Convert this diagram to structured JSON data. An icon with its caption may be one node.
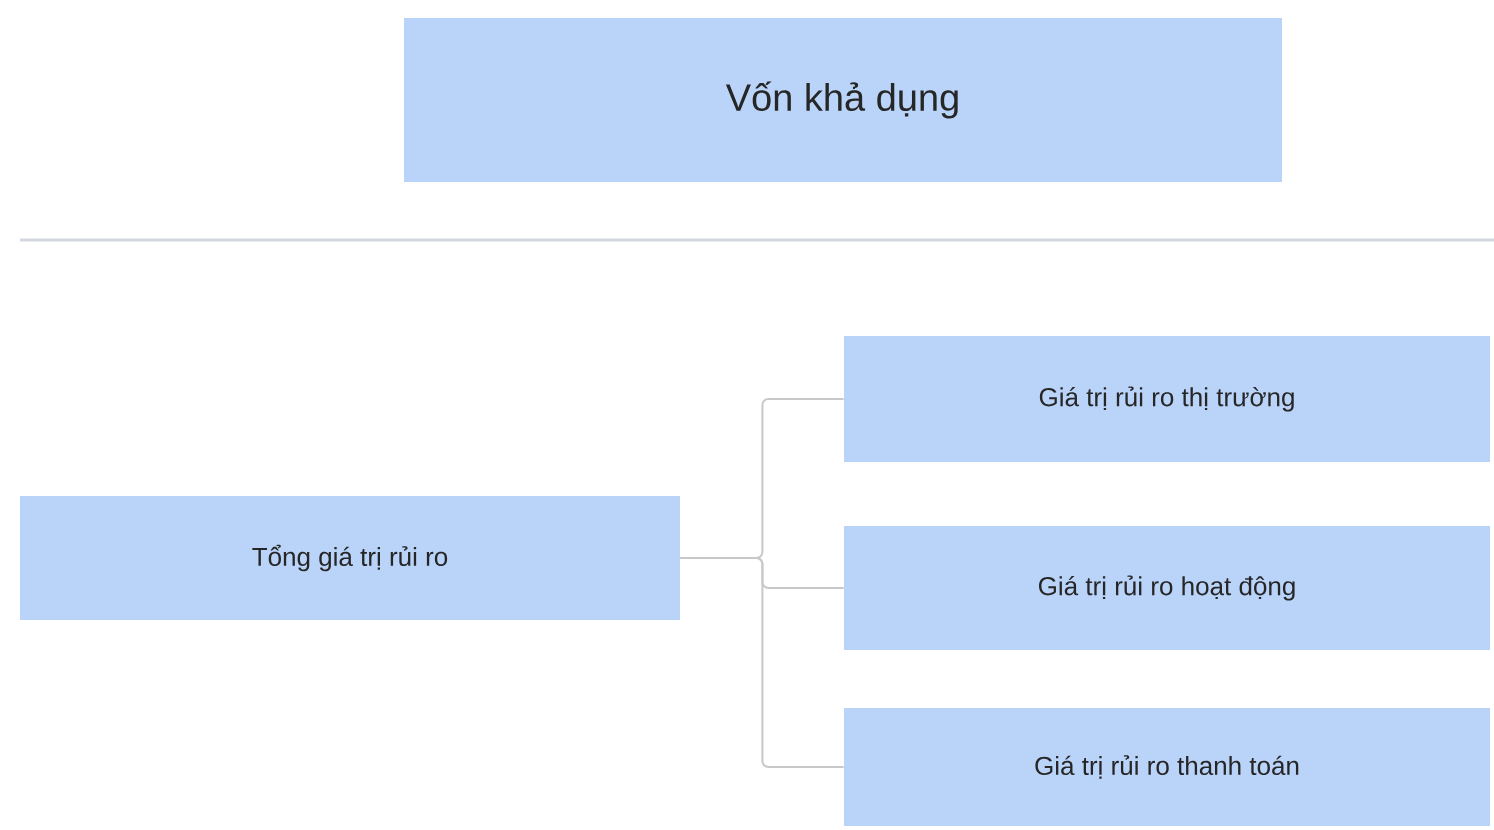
{
  "diagram": {
    "nodes": [
      {
        "text": [
          "Vốn khả dụng"
        ]
      },
      {
        "text": [
          "Tổng giá trị rủi ro"
        ]
      },
      {
        "text": [
          "Giá trị rủi ro thị trường"
        ]
      },
      {
        "text": [
          "Giá trị rủi ro hoạt động"
        ]
      },
      {
        "text": [
          "Giá trị rủi ro thanh toán"
        ]
      }
    ],
    "edges": [
      {
        "from": 1,
        "to": 2,
        "arrow": "none"
      },
      {
        "from": 1,
        "to": 3,
        "arrow": "none"
      },
      {
        "from": 1,
        "to": 4,
        "arrow": "none"
      }
    ]
  }
}
